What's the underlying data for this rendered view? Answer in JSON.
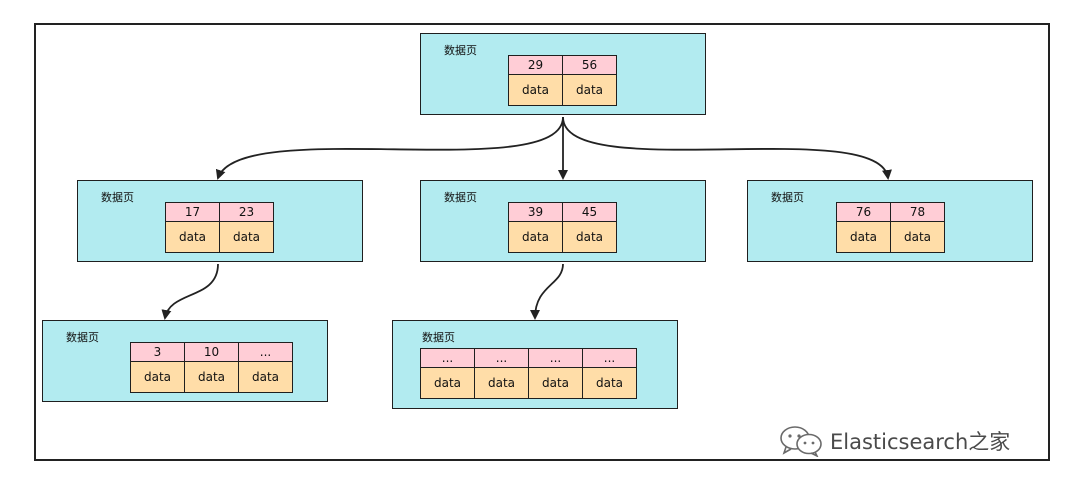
{
  "page_label": "数据页",
  "nodes": [
    {
      "id": "root",
      "keys": [
        "29",
        "56"
      ],
      "data": [
        "data",
        "data"
      ]
    },
    {
      "id": "l1-a",
      "keys": [
        "17",
        "23"
      ],
      "data": [
        "data",
        "data"
      ]
    },
    {
      "id": "l1-b",
      "keys": [
        "39",
        "45"
      ],
      "data": [
        "data",
        "data"
      ]
    },
    {
      "id": "l1-c",
      "keys": [
        "76",
        "78"
      ],
      "data": [
        "data",
        "data"
      ]
    },
    {
      "id": "leaf-a",
      "keys": [
        "3",
        "10",
        "..."
      ],
      "data": [
        "data",
        "data",
        "data"
      ]
    },
    {
      "id": "leaf-b",
      "keys": [
        "...",
        "...",
        "...",
        "..."
      ],
      "data": [
        "data",
        "data",
        "data",
        "data"
      ]
    }
  ],
  "edges": [
    {
      "from": "root",
      "to": "l1-a"
    },
    {
      "from": "root",
      "to": "l1-b"
    },
    {
      "from": "root",
      "to": "l1-c"
    },
    {
      "from": "l1-a",
      "to": "leaf-a"
    },
    {
      "from": "l1-b",
      "to": "leaf-b"
    }
  ],
  "colors": {
    "page_fill": "#b2ebf0",
    "key_fill": "#ffcdd6",
    "data_fill": "#ffdda8",
    "stroke": "#1f1f1f"
  },
  "watermark": {
    "text": "Elasticsearch之家",
    "icon": "wechat-icon"
  }
}
